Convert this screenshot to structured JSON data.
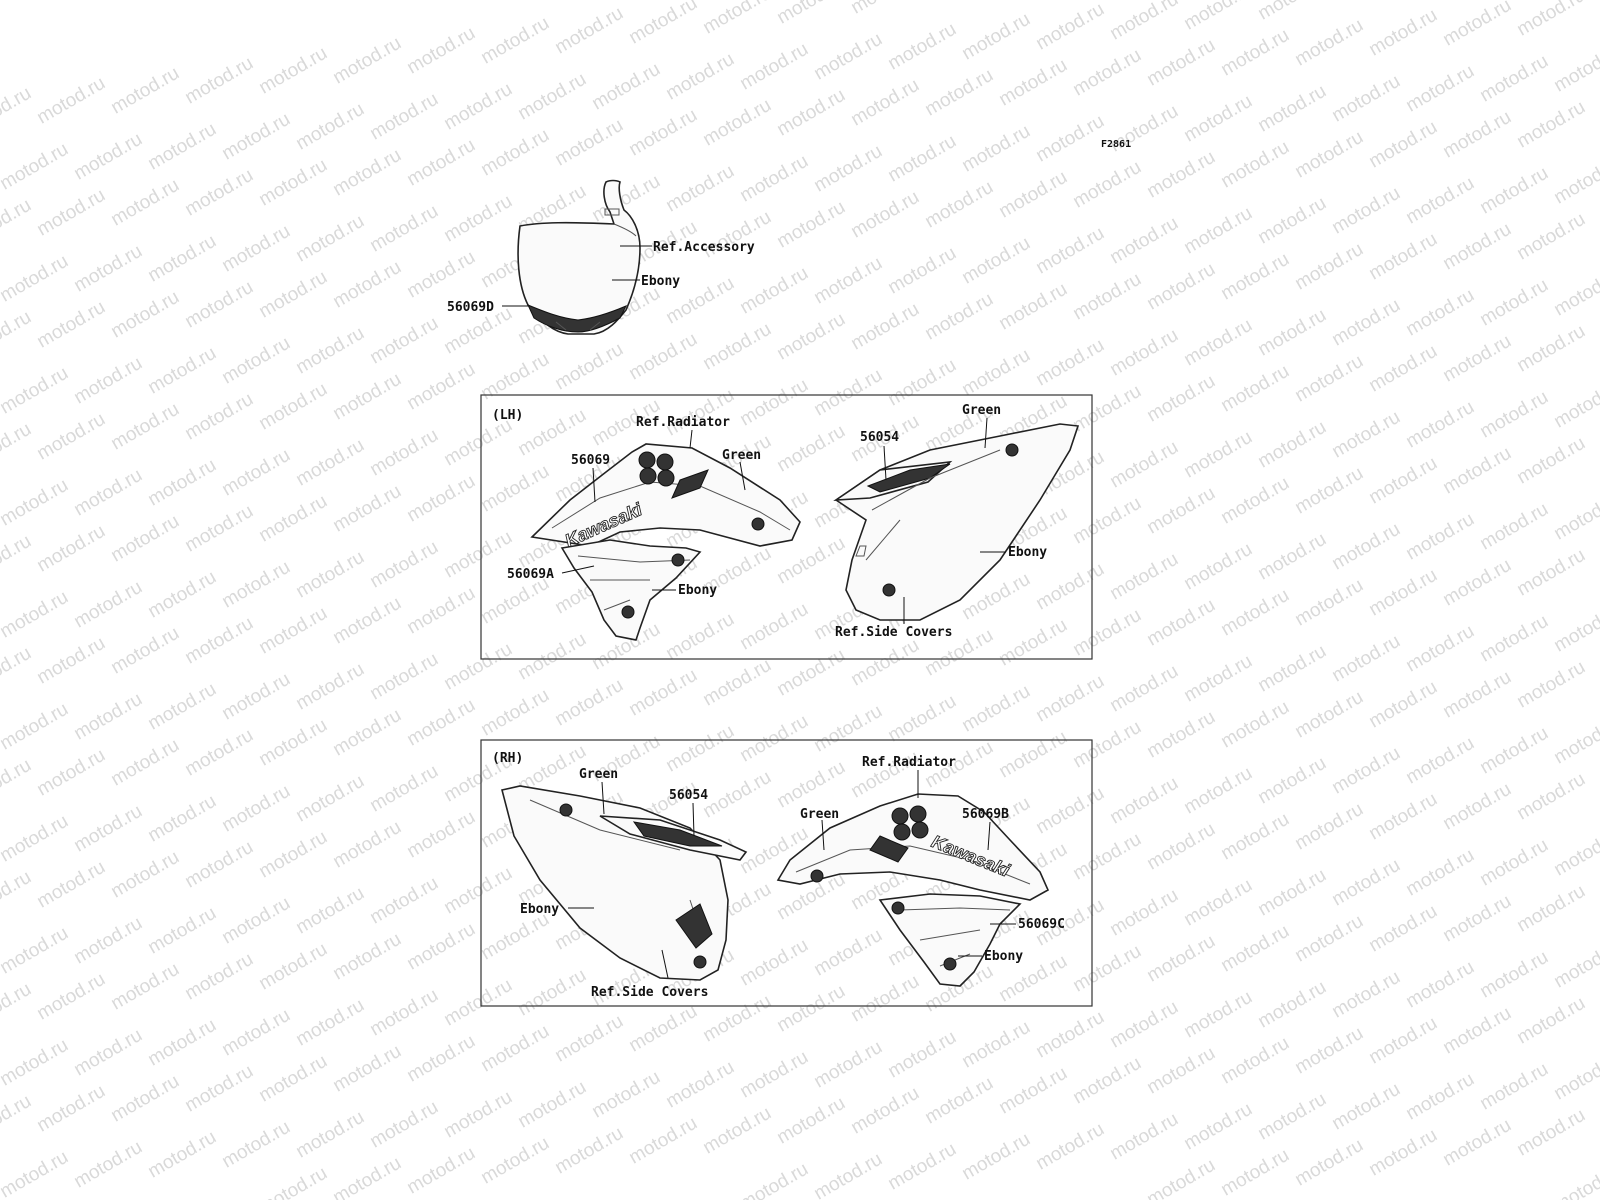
{
  "watermark": {
    "text": "motod.ru"
  },
  "figure_code": "F2861",
  "number_plate": {
    "part_label": "56069D",
    "ref_label": "Ref.Accessory",
    "color_label": "Ebony"
  },
  "lh": {
    "panel_label": "(LH)",
    "shroud": {
      "ref_label": "Ref.Radiator",
      "upper_part": "56069",
      "upper_color": "Green",
      "lower_part": "56069A",
      "lower_color": "Ebony",
      "logo_text": "Kawasaki"
    },
    "side_cover": {
      "part": "56054",
      "upper_color": "Green",
      "lower_color": "Ebony",
      "ref_label": "Ref.Side Covers"
    }
  },
  "rh": {
    "panel_label": "(RH)",
    "side_cover": {
      "upper_color": "Green",
      "part": "56054",
      "lower_color": "Ebony",
      "ref_label": "Ref.Side Covers"
    },
    "shroud": {
      "ref_label": "Ref.Radiator",
      "upper_color": "Green",
      "upper_part": "56069B",
      "lower_part": "56069C",
      "lower_color": "Ebony",
      "logo_text": "Kawasaki"
    }
  }
}
